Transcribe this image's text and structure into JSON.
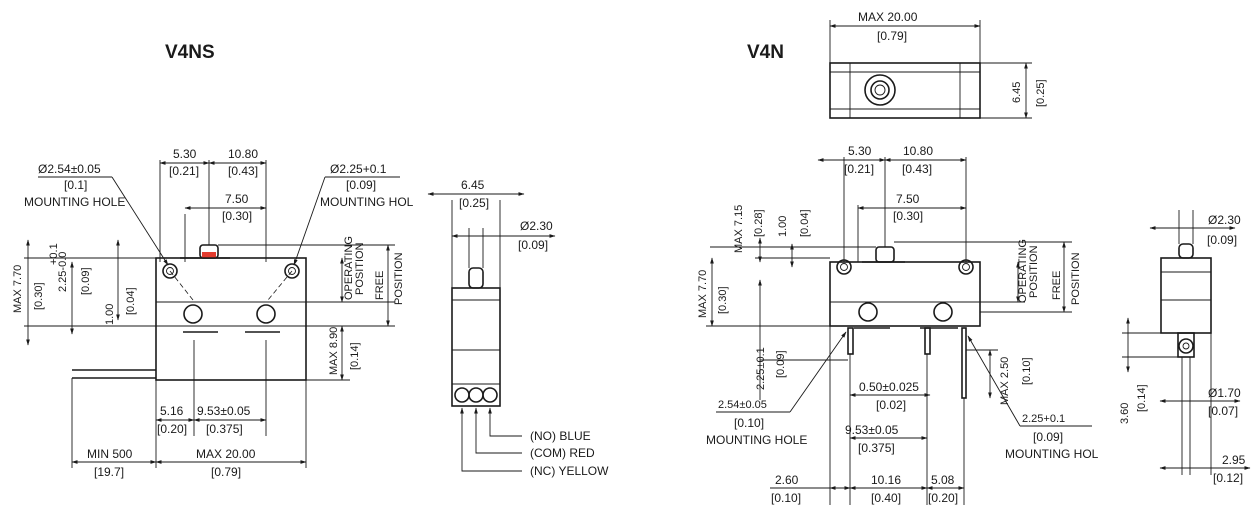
{
  "titles": {
    "left": "V4NS",
    "right": "V4N"
  },
  "v4ns": {
    "hole_left": {
      "dia": "Ø2.54±0.05",
      "inch": "[0.1]",
      "label": "MOUNTING HOLE"
    },
    "hole_right": {
      "dia": "Ø2.25+0.1",
      "inch": "[0.09]",
      "label": "MOUNTING HOL"
    },
    "dim_530": {
      "mm": "5.30",
      "inch": "[0.21]"
    },
    "dim_1080": {
      "mm": "10.80",
      "inch": "[0.43]"
    },
    "dim_750": {
      "mm": "7.50",
      "inch": "[0.30]"
    },
    "max_770": {
      "mm": "MAX 7.70",
      "inch": "[0.30]"
    },
    "tol_plus": "+0.1",
    "tol_225": "2.25-0.0",
    "inch_009": "[0.09]",
    "dim_100": {
      "mm": "1.00",
      "inch": "[0.04]"
    },
    "operating_position": [
      "OPERATING",
      "POSITION"
    ],
    "free_position": [
      "FREE",
      "POSITION"
    ],
    "max_890": {
      "mm": "MAX 8.90",
      "inch": "[0.14]"
    },
    "dim_516": {
      "mm": "5.16",
      "inch": "[0.20]"
    },
    "dim_953": {
      "mm": "9.53±0.05",
      "inch": "[0.375]"
    },
    "min_500": {
      "mm": "MIN 500",
      "inch": "[19.7]"
    },
    "max_2000": {
      "mm": "MAX 20.00",
      "inch": "[0.79]"
    },
    "side_width": {
      "mm": "6.45",
      "inch": "[0.25]"
    },
    "side_pin": {
      "mm": "Ø2.30",
      "inch": "[0.09]"
    },
    "wires": [
      "(NO) BLUE",
      "(COM) RED",
      "(NC) YELLOW"
    ]
  },
  "v4n": {
    "top_max": {
      "mm": "MAX 20.00",
      "inch": "[0.79]"
    },
    "top_height": {
      "mm": "6.45",
      "inch": "[0.25]"
    },
    "dim_530": {
      "mm": "5.30",
      "inch": "[0.21]"
    },
    "dim_1080": {
      "mm": "10.80",
      "inch": "[0.43]"
    },
    "dim_750": {
      "mm": "7.50",
      "inch": "[0.30]"
    },
    "max_715": {
      "mm": "MAX 7.15",
      "inch": "[0.28]"
    },
    "dim_100": {
      "mm": "1.00",
      "inch": "[0.04]"
    },
    "max_770": {
      "mm": "MAX 7.70",
      "inch": "[0.30]"
    },
    "operating_position": [
      "OPERATING",
      "POSITION"
    ],
    "free_position": [
      "FREE",
      "POSITION"
    ],
    "dim_225": {
      "mm": "2.25±0.1",
      "inch": "[0.09]"
    },
    "dim_050": {
      "mm": "0.50±0.025",
      "inch": "[0.02]"
    },
    "max_250": {
      "mm": "MAX 2.50",
      "inch": "[0.10]"
    },
    "hole_left": {
      "dia": "2.54±0.05",
      "inch": "[0.10]",
      "label": "MOUNTING HOLE"
    },
    "hole_right": {
      "dia": "2.25+0.1",
      "inch": "[0.09]",
      "label": "MOUNTING HOL"
    },
    "dim_953": {
      "mm": "9.53±0.05",
      "inch": "[0.375]"
    },
    "dim_260": {
      "mm": "2.60",
      "inch": "[0.10]"
    },
    "dim_1016": {
      "mm": "10.16",
      "inch": "[0.40]"
    },
    "dim_508": {
      "mm": "5.08",
      "inch": "[0.20]"
    },
    "side_pin": {
      "mm": "Ø2.30",
      "inch": "[0.09]"
    },
    "dim_360": {
      "mm": "3.60",
      "inch": "[0.14]"
    },
    "dim_170": {
      "mm": "Ø1.70",
      "inch": "[0.07]"
    },
    "dim_295": {
      "mm": "2.95",
      "inch": "[0.12]"
    }
  }
}
